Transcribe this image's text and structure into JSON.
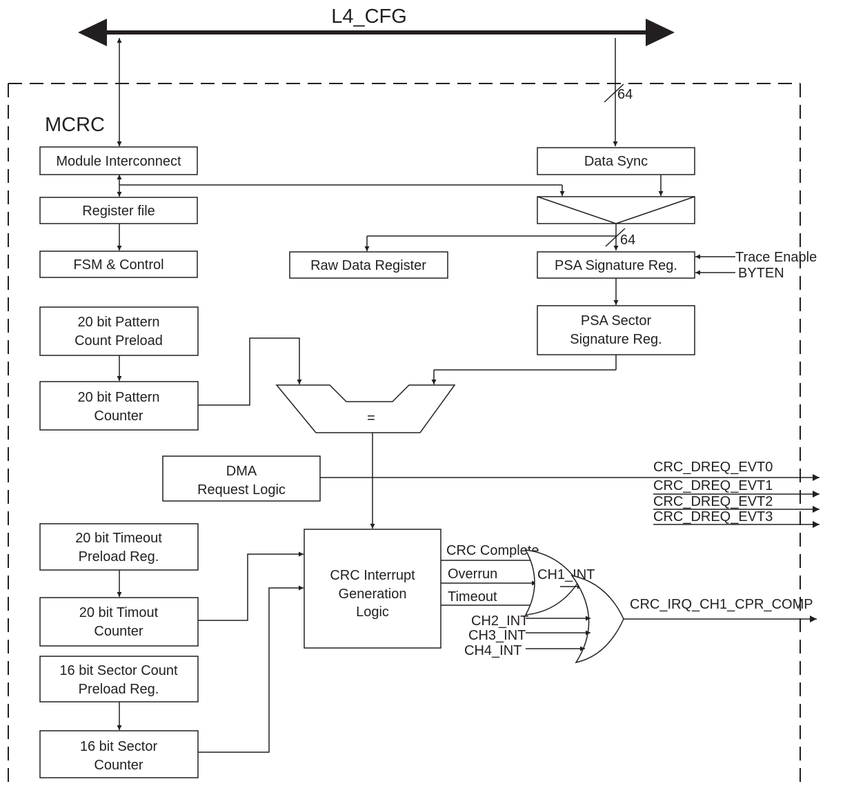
{
  "bus_label": "L4_CFG",
  "module_label": "MCRC",
  "widths": {
    "bus_in": "64",
    "psa_in": "64"
  },
  "blocks": {
    "module_interconnect": "Module Interconnect",
    "register_file": "Register file",
    "fsm_control": "FSM & Control",
    "data_sync": "Data Sync",
    "raw_data_register": "Raw Data Register",
    "psa_signature_reg": "PSA Signature Reg.",
    "psa_sector_signature": [
      "PSA Sector",
      "Signature Reg."
    ],
    "pattern_count_preload": [
      "20 bit Pattern",
      "Count Preload"
    ],
    "pattern_counter": [
      "20 bit Pattern",
      "Counter"
    ],
    "comparator": "=",
    "dma_request_logic": [
      "DMA",
      "Request Logic"
    ],
    "timeout_preload": [
      "20 bit Timeout",
      "Preload Reg."
    ],
    "timeout_counter": [
      "20 bit Timout",
      "Counter"
    ],
    "sector_count_preload": [
      "16 bit Sector Count",
      "Preload Reg."
    ],
    "sector_counter": [
      "16 bit Sector",
      "Counter"
    ],
    "crc_interrupt_logic": [
      "CRC Interrupt",
      "Generation",
      "Logic"
    ]
  },
  "signals": {
    "trace_enable": "Trace Enable",
    "byten": "BYTEN",
    "dma_events": [
      "CRC_DREQ_EVT0",
      "CRC_DREQ_EVT1",
      "CRC_DREQ_EVT2",
      "CRC_DREQ_EVT3"
    ],
    "crc_complete": "CRC Complete",
    "overrun": "Overrun",
    "timeout": "Timeout",
    "ch1_int": "CH1_INT",
    "ch2_int": "CH2_INT",
    "ch3_int": "CH3_INT",
    "ch4_int": "CH4_INT",
    "irq_out": "CRC_IRQ_CH1_CPR_COMP"
  }
}
